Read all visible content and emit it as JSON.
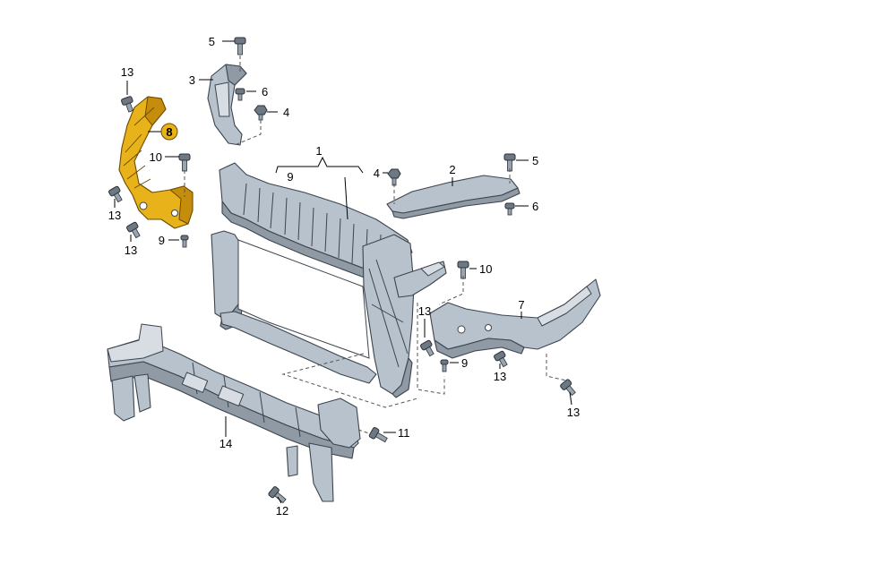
{
  "callouts": {
    "c1": "1",
    "c2": "2",
    "c3": "3",
    "c4a": "4",
    "c4b": "4",
    "c5a": "5",
    "c5b": "5",
    "c6a": "6",
    "c6b": "6",
    "c7": "7",
    "c8": "8",
    "c9a": "9",
    "c9b": "9",
    "c9c": "9",
    "c10a": "10",
    "c10b": "10",
    "c11": "11",
    "c12": "12",
    "c13a": "13",
    "c13b": "13",
    "c13c": "13",
    "c13d": "13",
    "c13e": "13",
    "c13f": "13",
    "c14": "14"
  },
  "highlight_color": "#e8b21a",
  "highlighted_part": "8"
}
